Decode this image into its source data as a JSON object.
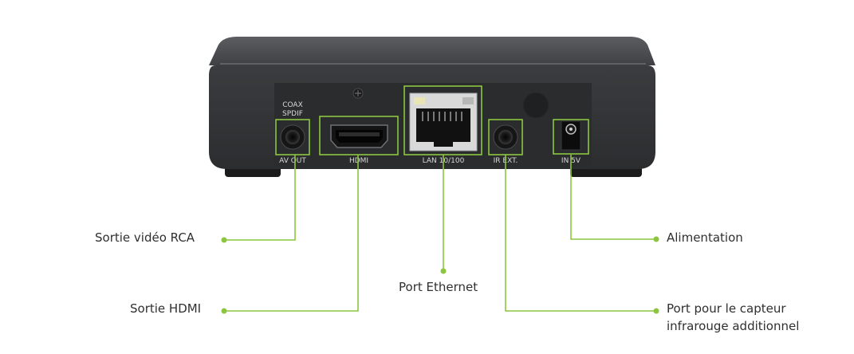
{
  "device": {
    "name": "set-top box rear panel",
    "body_color": "#3a3b3d",
    "top_color": "#505154",
    "highlight_color": "#8cc63f"
  },
  "ports": {
    "coax_label_line1": "COAX",
    "coax_label_line2": "SPDIF",
    "av_out": "AV OUT",
    "hdmi": "HDMI",
    "lan": "LAN 10/100",
    "ir_ext": "IR EXT.",
    "in_5v": "IN 5V"
  },
  "callouts": {
    "rca": "Sortie vidéo RCA",
    "hdmi": "Sortie HDMI",
    "ethernet": "Port Ethernet",
    "power": "Alimentation",
    "ir_line1": "Port pour le capteur",
    "ir_line2": "infrarouge additionnel"
  }
}
